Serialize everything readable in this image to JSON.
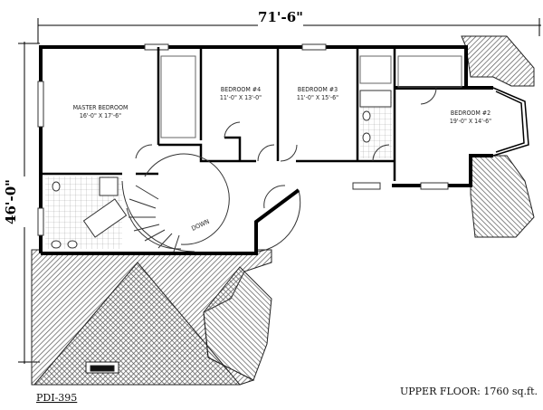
{
  "plan": {
    "width_dimension": "71'-6\"",
    "depth_dimension": "46'-0\"",
    "plan_code": "PDI-395",
    "floor_label": "UPPER FLOOR: 1760 sq.ft.",
    "stair_label": "DOWN",
    "rooms": [
      {
        "name": "MASTER BEDROOM",
        "size": "16'-0\" X 17'-6\""
      },
      {
        "name": "BEDROOM #4",
        "size": "11'-0\" X 13'-0\""
      },
      {
        "name": "BEDROOM #3",
        "size": "11'-0\" X 15'-6\""
      },
      {
        "name": "BEDROOM #2",
        "size": "19'-0\" X 14'-6\""
      }
    ]
  }
}
